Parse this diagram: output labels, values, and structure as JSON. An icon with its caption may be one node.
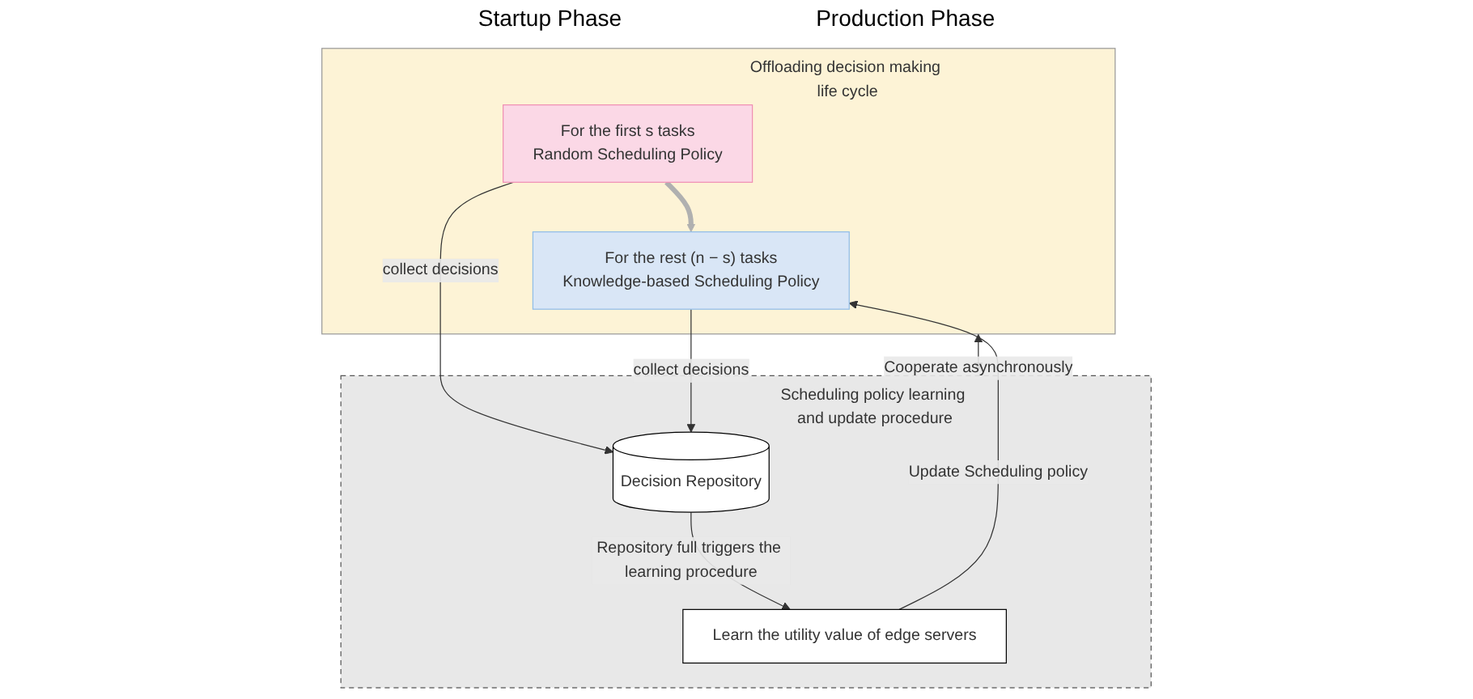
{
  "diagram": {
    "nodes": [
      {
        "text": [
          "Offloading decision making life cycle"
        ]
      },
      {
        "text": [
          "For the first s tasks",
          "Random Scheduling Policy"
        ],
        "in": 0
      },
      {
        "text": [
          "For the rest (n − s) tasks",
          "Knowledge-based Scheduling Policy"
        ],
        "in": 0
      },
      {
        "text": [
          "Scheduling policy learning and update procedure"
        ]
      },
      {
        "text": [
          "Decision Repository"
        ],
        "in": 3
      },
      {
        "text": [
          "Learn the utility value of edge servers"
        ],
        "in": 3
      }
    ],
    "edges": [
      {
        "from": 1,
        "to": 2,
        "arrow": "to",
        "style": "thick",
        "color": "#b0b0b0"
      },
      {
        "from": 1,
        "to": 4,
        "arrow": "to",
        "label": "collect decisions"
      },
      {
        "from": 2,
        "to": 4,
        "arrow": "to",
        "label": "collect decisions"
      },
      {
        "from": 4,
        "to": 5,
        "arrow": "to",
        "label": "Repository full triggers the learning procedure"
      },
      {
        "from": 5,
        "to": 2,
        "arrow": "to",
        "label": "Update Scheduling policy"
      },
      {
        "from": 0,
        "to": 3,
        "arrow": "both",
        "label": "Cooperate asynchronously"
      }
    ],
    "labels": [
      "Startup Phase",
      "Production Phase"
    ]
  }
}
